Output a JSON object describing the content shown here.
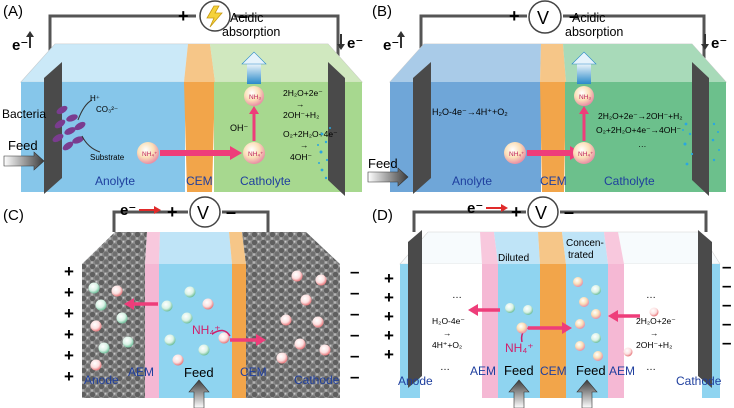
{
  "panels": {
    "a": {
      "label": "(A)",
      "electron_left": "e⁻",
      "electron_right": "e⁻",
      "plus": "+",
      "minus": "–",
      "acid_line1": "Acidic",
      "acid_line2": "absorption",
      "bacteria": "Bacteria",
      "proton": "H⁺",
      "carbonate": "CO₃²⁻",
      "substrate": "Substrate",
      "feed": "Feed",
      "nh4": "NH₄⁺",
      "nh4_right": "NH₄⁺",
      "nh3": "NH₃",
      "oh": "OH⁻",
      "rxn1_a": "2H₂O+2e⁻",
      "rxn1_arrow": "→",
      "rxn1_b": "2OH⁻+H₂",
      "rxn2_a": "O₂+2H₂O+4e⁻",
      "rxn2_arrow": "→",
      "rxn2_b": "4OH⁻",
      "anolyte": "Anolyte",
      "cem": "CEM",
      "catholyte": "Catholyte"
    },
    "b": {
      "label": "(B)",
      "electron_left": "e⁻",
      "electron_right": "e⁻",
      "plus": "+",
      "minus": "–",
      "meter": "V",
      "acid_line1": "Acidic",
      "acid_line2": "absorption",
      "anode_rxn": "H₂O-4e⁻→4H⁺+O₂",
      "nh4": "NH₄⁺",
      "nh4_right": "NH₄⁺",
      "nh3": "NH₃",
      "rxn1": "2H₂O+2e⁻→2OH⁻+H₂",
      "rxn2": "O₂+2H₂O+4e⁻→4OH⁻",
      "dots": "…",
      "feed": "Feed",
      "anolyte": "Anolyte",
      "cem": "CEM",
      "catholyte": "Catholyte"
    },
    "c": {
      "label": "(C)",
      "electron": "e⁻",
      "plus": "+",
      "minus": "–",
      "meter": "V",
      "nh4": "NH₄⁺",
      "anode": "Anode",
      "aem": "AEM",
      "feed": "Feed",
      "cem": "CEM",
      "cathode": "Cathode",
      "side_plus": "+",
      "side_minus": "–"
    },
    "d": {
      "label": "(D)",
      "electron": "e⁻",
      "plus": "+",
      "minus": "–",
      "meter": "V",
      "diluted": "Diluted",
      "concentrated_1": "Concen-",
      "concentrated_2": "trated",
      "dots": "…",
      "anode_rxn_a": "H₂O-4e⁻",
      "anode_rxn_arrow": "→",
      "anode_rxn_b": "4H⁺+O₂",
      "cathode_rxn_a": "2H₂O+2e⁻",
      "cathode_rxn_arrow": "→",
      "cathode_rxn_b": "2OH⁻+H₂",
      "nh4": "NH₄⁺",
      "anode": "Anode",
      "aem": "AEM",
      "feed": "Feed",
      "cem": "CEM",
      "cathode": "Cathode",
      "side_plus": "+",
      "side_minus": "–"
    }
  },
  "colors": {
    "anolyte_blue": "#6fa6d8",
    "catholyte_green": "#9fd28a",
    "catholyte_green_b": "#6cc08c",
    "cem_orange": "#f2a54a",
    "aem_pink": "#f5b8d4",
    "feed_blue": "#8fd4f0",
    "flow_magenta": "#ee3d7a",
    "electrode_gray": "#4a4a4a",
    "wire_gray": "#555555"
  }
}
